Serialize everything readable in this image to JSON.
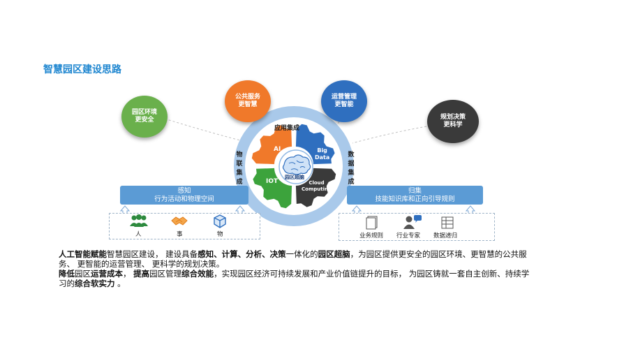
{
  "title": "智慧园区建设思路",
  "bubbles": {
    "env": [
      "园区环境",
      "更安全"
    ],
    "public": [
      "公共服务",
      "更智慧"
    ],
    "ops": [
      "运营管理",
      "更智能"
    ],
    "plan": [
      "规划决策",
      "更科学"
    ]
  },
  "ring": {
    "top": "应用集成",
    "left": "物联集成",
    "right": "数据集成"
  },
  "gears": {
    "ai": "AI",
    "bigdata": [
      "Big",
      "Data"
    ],
    "iot": "IOT",
    "cloud": [
      "Cloud",
      "Computing"
    ],
    "brain": "园区超脑"
  },
  "left_panel": {
    "title": "感知",
    "subtitle": "行为活动和物理空间"
  },
  "right_panel": {
    "title": "归集",
    "subtitle": "技能知识库和正向引导规则"
  },
  "left_icons": [
    "人",
    "事",
    "物"
  ],
  "right_icons": [
    "业务规则",
    "行业专家",
    "数据递归"
  ],
  "paragraph1": [
    {
      "t": "人工智能赋能",
      "b": true
    },
    {
      "t": "智慧园区建设，  建设具备",
      "b": false
    },
    {
      "t": "感知、计算、分析、决策",
      "b": true
    },
    {
      "t": "一体化的",
      "b": false
    },
    {
      "t": "园区超脑",
      "b": true
    },
    {
      "t": "，为园区提供更安全的园区环境、更智慧的公共服务、  更智能的运营管理、  更科学的规划决策。",
      "b": false
    }
  ],
  "paragraph2": [
    {
      "t": "降低",
      "b": true
    },
    {
      "t": "园区",
      "b": false
    },
    {
      "t": "运营成本",
      "b": true
    },
    {
      "t": "，  ",
      "b": false
    },
    {
      "t": "提高",
      "b": true
    },
    {
      "t": "园区管理",
      "b": false
    },
    {
      "t": "综合效能",
      "b": true
    },
    {
      "t": "，实现园区经济可持续发展和产业价值链提升的目标，  为园区铸就一套自主创新、持续学习的",
      "b": false
    },
    {
      "t": "综合软实力",
      "b": true
    },
    {
      "t": " 。",
      "b": false
    }
  ],
  "colors": {
    "accent": "#1e86d0",
    "green": "#6ab04c",
    "orange": "#f0792a",
    "blue": "#2f6fbf",
    "dark": "#3a3a3a",
    "panel": "#5b9bd5",
    "ring": "#a9c9ea"
  }
}
